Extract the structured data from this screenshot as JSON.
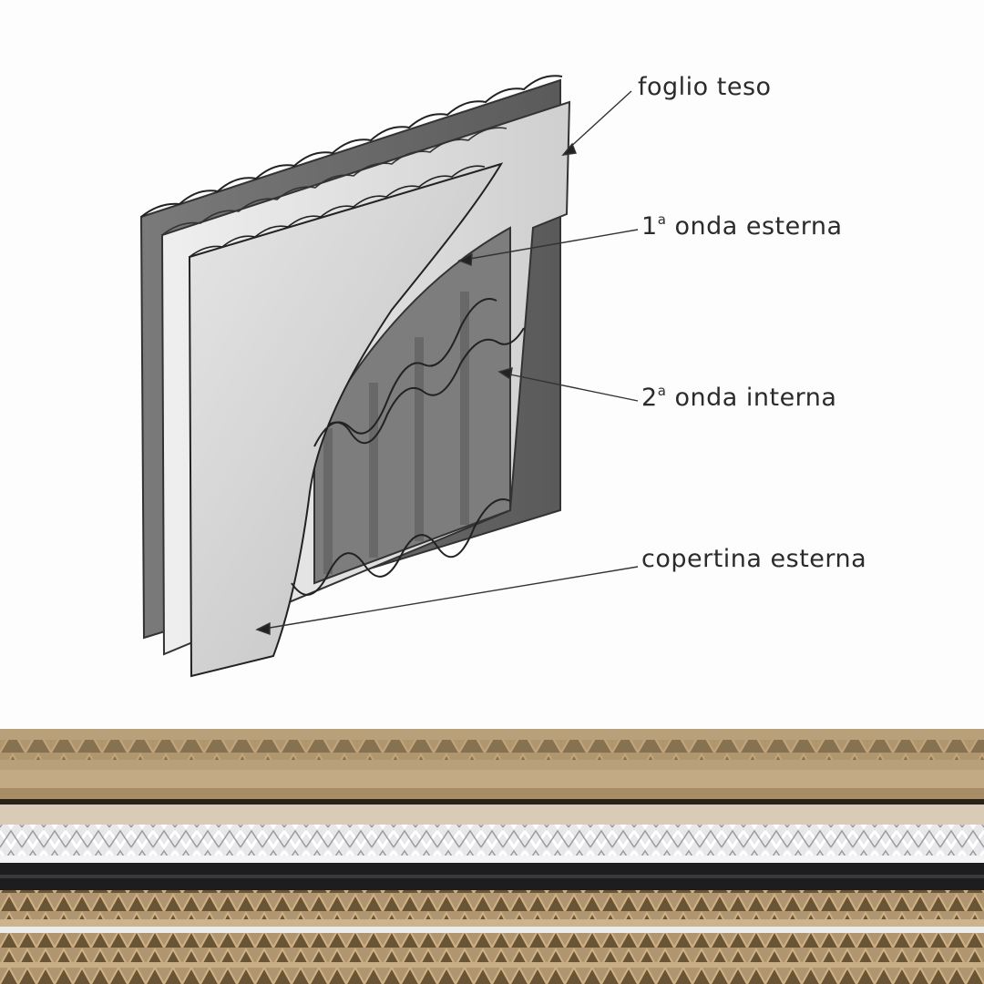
{
  "labels": {
    "foglio_teso": "foglio teso",
    "prima_onda_num": "1",
    "prima_onda_sup": "a",
    "prima_onda_text": " onda esterna",
    "seconda_onda_num": "2",
    "seconda_onda_sup": "a",
    "seconda_onda_text": " onda interna",
    "copertina": "copertina esterna"
  },
  "colors": {
    "sheet_dark": "#6e6e6e",
    "sheet_mid": "#9a9a9a",
    "sheet_light": "#d6d6d6",
    "sheet_white": "#ececec",
    "kraft": "#b39a73",
    "kraft_dark": "#6b5639",
    "white_board": "#f2f2f2",
    "black_board": "#1f1f1f"
  },
  "photo": {
    "description_icon": "corrugated-cardboard-stack-photo"
  }
}
